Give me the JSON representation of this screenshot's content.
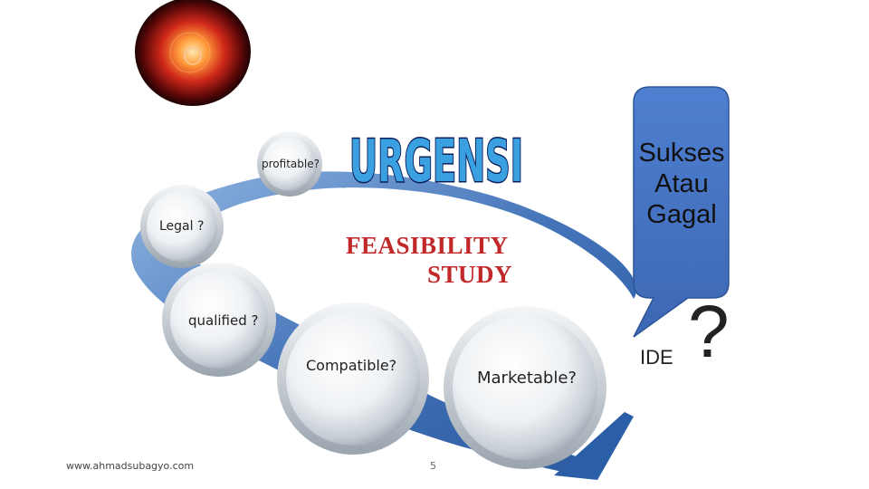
{
  "title_art": "URGENSI",
  "subtitle": {
    "line1": "FEASIBILITY",
    "line2": "STUDY"
  },
  "bubbles": {
    "profitable": "profitable?",
    "legal": "Legal ?",
    "qualified": "qualified ?",
    "compatible": "Compatible?",
    "marketable": "Marketable?"
  },
  "callout": {
    "line1": "Sukses",
    "line2": "Atau",
    "line3": "Gagal"
  },
  "ide_label": "IDE",
  "question_mark": "?",
  "footer": {
    "website": "www.ahmadsubagyo.com",
    "page_number": "5"
  },
  "colors": {
    "spiral": "#3a6cb5",
    "callout_fill": "#4472c4",
    "subtitle": "#c0282a",
    "urgensi_fill": "#3aa0e0"
  }
}
